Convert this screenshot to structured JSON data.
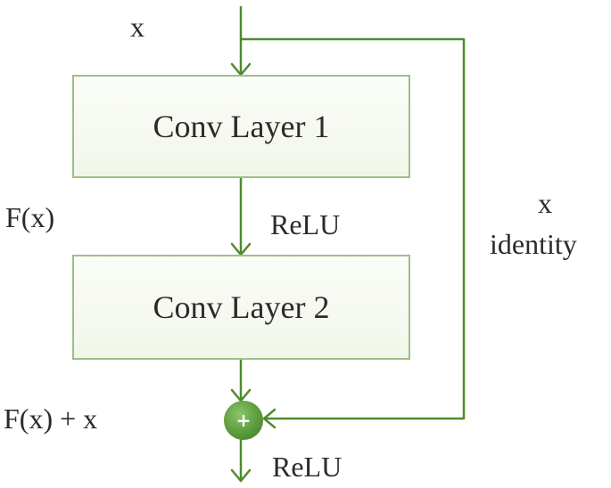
{
  "diagram": {
    "input_label": "x",
    "block1_label": "Conv Layer 1",
    "block2_label": "Conv Layer 2",
    "residual_label": "F(x)",
    "activation1_label": "ReLU",
    "identity_x_label": "x",
    "identity_label": "identity",
    "sum_label": "F(x) + x",
    "sum_symbol": "+",
    "activation2_label": "ReLU"
  },
  "colors": {
    "box_border": "#9dbf88",
    "box_fill": "#f1f6ea",
    "arrow": "#4f8a2f",
    "sum_node": "#5a9a3c",
    "text": "#2b2b2b"
  }
}
